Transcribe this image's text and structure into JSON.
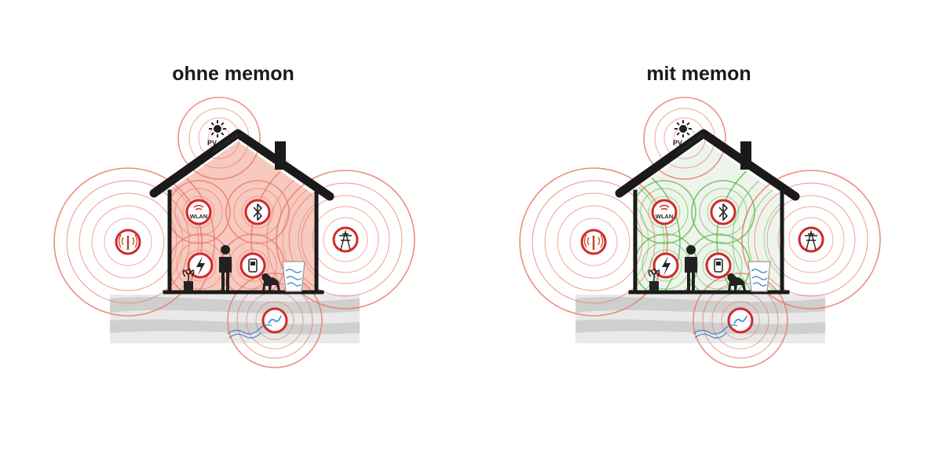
{
  "panels": [
    {
      "id": "ohne",
      "title": "ohne memon",
      "fill_color": "#f7c9bf",
      "wave_color": "#e8796a",
      "inner_wave_color": "#e8796a"
    },
    {
      "id": "mit",
      "title": "mit memon",
      "fill_color": "#eef4ec",
      "wave_color": "#e8796a",
      "inner_wave_color": "#5cb847"
    }
  ],
  "labels": {
    "pv": "PV",
    "wlan": "WLAN"
  },
  "icons": [
    "sun-icon",
    "solar-panel-icon",
    "cell-tower-icon",
    "power-pylon-icon",
    "wlan-icon",
    "bluetooth-icon",
    "lightning-icon",
    "mobile-phone-icon",
    "person-icon",
    "dog-icon",
    "plant-icon",
    "water-glass-icon",
    "water-vein-icon"
  ],
  "colors": {
    "ring": "#d02a2a",
    "ground_dark": "#cfcfcf",
    "ground_light": "#e9e9e9",
    "house": "#1a1a1a",
    "water": "#3a82c8"
  }
}
